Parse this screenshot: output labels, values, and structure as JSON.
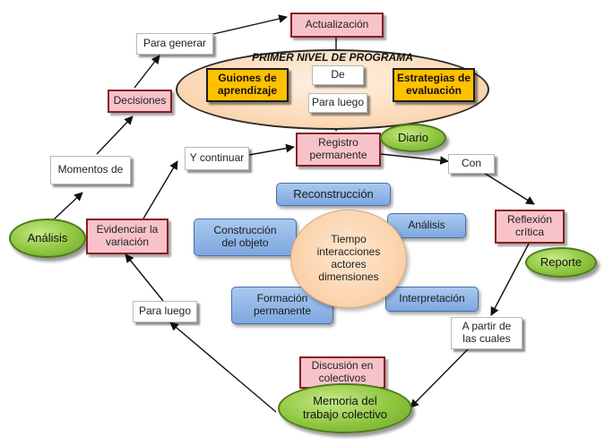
{
  "program": {
    "title": "PRIMER NIVEL DE PROGRAMA",
    "left": "Guiones de\naprendizaje",
    "right": "Estrategias de\nevaluación",
    "connector_top": "De",
    "connector_bottom": "Para luego"
  },
  "nodes": {
    "actualizacion": "Actualización",
    "para_generar": "Para generar",
    "decisiones": "Decisiones",
    "momentos_de": "Momentos de",
    "analisis_left": "Análisis",
    "evidenciar": "Evidenciar la\nvariación",
    "y_continuar": "Y continuar",
    "registro": "Registro\npermanente",
    "diario": "Diario",
    "con": "Con",
    "reflexion": "Reflexión\ncrítica",
    "reporte": "Reporte",
    "a_partir": "A partir de\nlas cuales",
    "memoria": "Memoria del\ntrabajo colectivo",
    "discusion": "Discusión en\ncolectivos",
    "para_luego_left": "Para luego"
  },
  "center": {
    "label": "Tiempo\ninteracciones\nactores\ndimensiones",
    "reconstruccion": "Reconstrucción",
    "construccion": "Construcción\ndel objeto",
    "analisis": "Análisis",
    "formacion": "Formación\npermanente",
    "interpretacion": "Interpretación"
  }
}
